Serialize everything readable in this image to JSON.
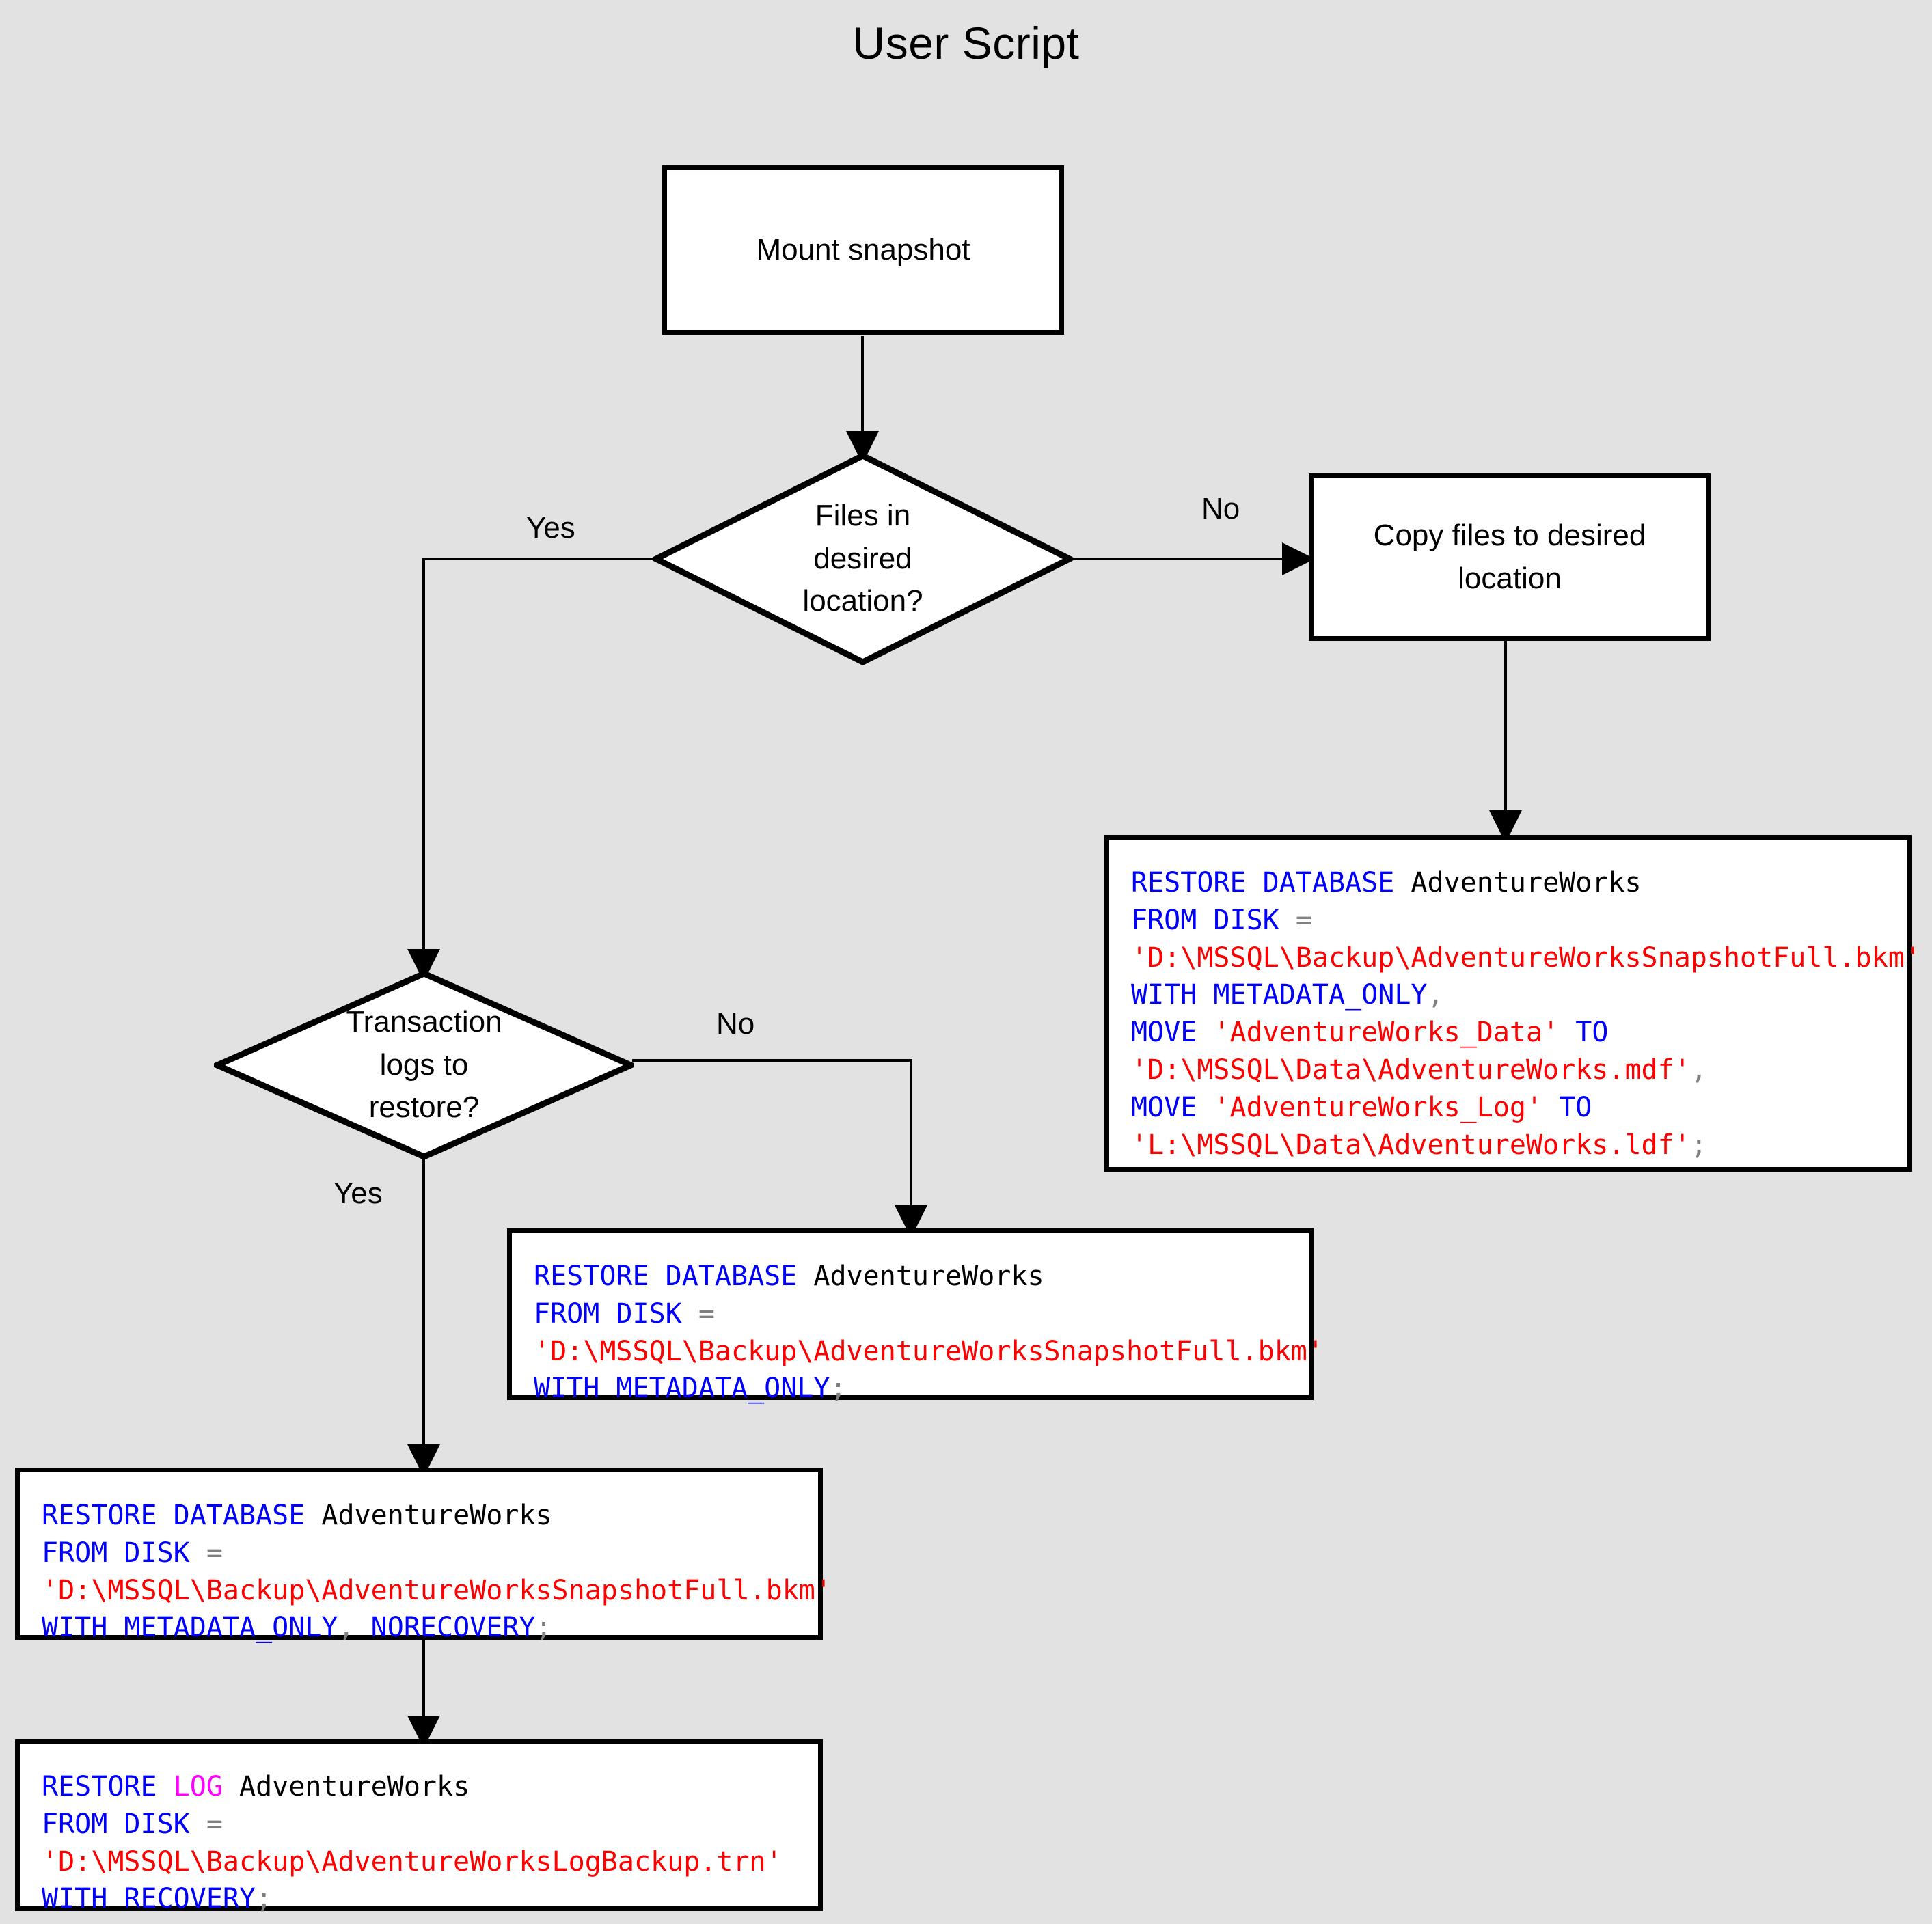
{
  "diagram": {
    "title": "User Script",
    "background_color": "#e2e2e2",
    "shape_fill": "#ffffff",
    "shape_stroke": "#000000"
  },
  "nodes": {
    "mount_snapshot": {
      "label": "Mount snapshot",
      "type": "process"
    },
    "files_in_location": {
      "label": "Files in\ndesired\nlocation?",
      "type": "decision"
    },
    "copy_files": {
      "label": "Copy files to desired\nlocation",
      "type": "process"
    },
    "transaction_logs": {
      "label": "Transaction\nlogs to\nrestore?",
      "type": "decision"
    }
  },
  "edge_labels": {
    "files_yes": "Yes",
    "files_no": "No",
    "logs_no": "No",
    "logs_yes": "Yes"
  },
  "code_blocks": {
    "restore_with_move": {
      "name": "restore-database-with-move",
      "lines": [
        [
          {
            "t": "RESTORE DATABASE ",
            "c": "k"
          },
          {
            "t": "AdventureWorks",
            "c": "id"
          }
        ],
        [
          {
            "t": "FROM DISK ",
            "c": "k"
          },
          {
            "t": "=",
            "c": "p"
          }
        ],
        [
          {
            "t": "'D:\\MSSQL\\Backup\\AdventureWorksSnapshotFull.bkm'",
            "c": "s"
          }
        ],
        [
          {
            "t": "WITH METADATA_ONLY",
            "c": "k"
          },
          {
            "t": ",",
            "c": "p"
          }
        ],
        [
          {
            "t": "MOVE ",
            "c": "k"
          },
          {
            "t": "'AdventureWorks_Data'",
            "c": "s"
          },
          {
            "t": " TO",
            "c": "k"
          }
        ],
        [
          {
            "t": "'D:\\MSSQL\\Data\\AdventureWorks.mdf'",
            "c": "s"
          },
          {
            "t": ",",
            "c": "p"
          }
        ],
        [
          {
            "t": "MOVE ",
            "c": "k"
          },
          {
            "t": "'AdventureWorks_Log'",
            "c": "s"
          },
          {
            "t": " TO",
            "c": "k"
          }
        ],
        [
          {
            "t": "'L:\\MSSQL\\Data\\AdventureWorks.ldf'",
            "c": "s"
          },
          {
            "t": ";",
            "c": "p"
          }
        ]
      ]
    },
    "restore_metadata_only": {
      "name": "restore-database-metadata-only",
      "lines": [
        [
          {
            "t": "RESTORE DATABASE ",
            "c": "k"
          },
          {
            "t": "AdventureWorks",
            "c": "id"
          }
        ],
        [
          {
            "t": "FROM DISK ",
            "c": "k"
          },
          {
            "t": "=",
            "c": "p"
          }
        ],
        [
          {
            "t": "'D:\\MSSQL\\Backup\\AdventureWorksSnapshotFull.bkm'",
            "c": "s"
          }
        ],
        [
          {
            "t": "WITH METADATA_ONLY",
            "c": "k"
          },
          {
            "t": ";",
            "c": "p"
          }
        ]
      ]
    },
    "restore_norecovery": {
      "name": "restore-database-norecovery",
      "lines": [
        [
          {
            "t": "RESTORE DATABASE ",
            "c": "k"
          },
          {
            "t": "AdventureWorks",
            "c": "id"
          }
        ],
        [
          {
            "t": "FROM DISK ",
            "c": "k"
          },
          {
            "t": "=",
            "c": "p"
          }
        ],
        [
          {
            "t": "'D:\\MSSQL\\Backup\\AdventureWorksSnapshotFull.bkm'",
            "c": "s"
          }
        ],
        [
          {
            "t": "WITH METADATA_ONLY",
            "c": "k"
          },
          {
            "t": ", ",
            "c": "p"
          },
          {
            "t": "NORECOVERY",
            "c": "k"
          },
          {
            "t": ";",
            "c": "p"
          }
        ]
      ]
    },
    "restore_log": {
      "name": "restore-log-recovery",
      "lines": [
        [
          {
            "t": "RESTORE ",
            "c": "k"
          },
          {
            "t": "LOG",
            "c": "lg"
          },
          {
            "t": " ",
            "c": "k"
          },
          {
            "t": "AdventureWorks",
            "c": "id"
          }
        ],
        [
          {
            "t": "FROM DISK ",
            "c": "k"
          },
          {
            "t": "=",
            "c": "p"
          }
        ],
        [
          {
            "t": "'D:\\MSSQL\\Backup\\AdventureWorksLogBackup.trn'",
            "c": "s"
          }
        ],
        [
          {
            "t": "WITH RECOVERY",
            "c": "k"
          },
          {
            "t": ";",
            "c": "p"
          }
        ]
      ]
    }
  },
  "syntax_colors": {
    "keyword": "#0000ff",
    "string": "#ff0000",
    "identifier": "#000000",
    "punctuation": "#808080",
    "log_keyword": "#ff00ff"
  }
}
